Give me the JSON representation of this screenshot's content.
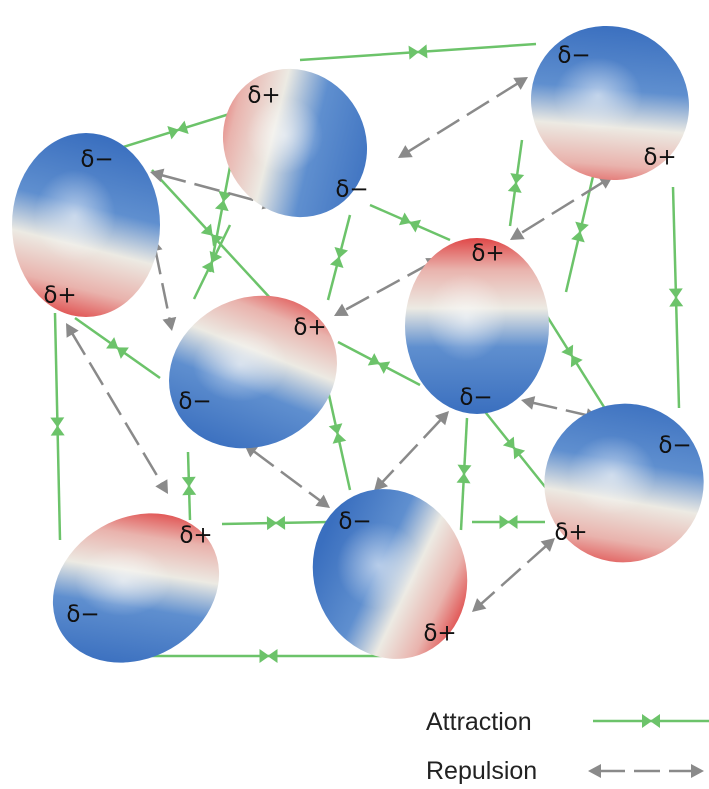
{
  "colors": {
    "attraction": "#6cc36a",
    "repulsion": "#8a8a8a",
    "negative": "#3a6fbf",
    "positive": "#e04848",
    "neutral": "#eceae3"
  },
  "charges": {
    "negative": "δ−",
    "positive": "δ+"
  },
  "legend": {
    "attraction_label": "Attraction",
    "repulsion_label": "Repulsion"
  }
}
